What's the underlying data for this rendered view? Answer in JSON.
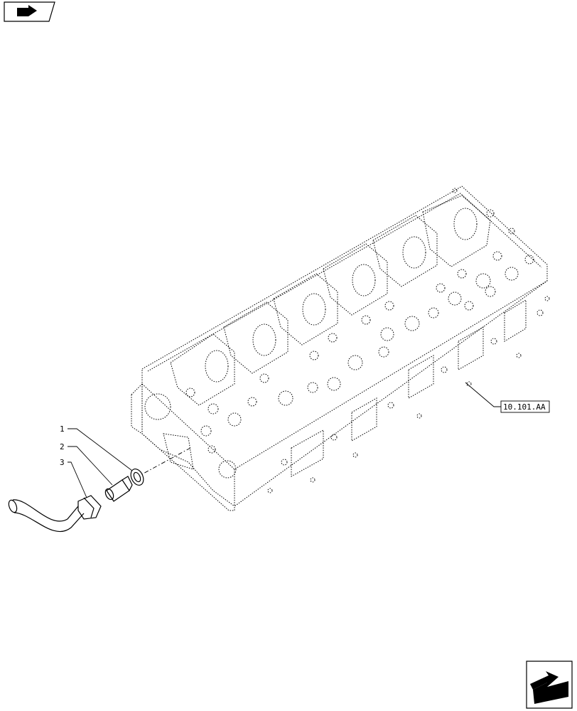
{
  "callouts": [
    {
      "id": "1"
    },
    {
      "id": "2"
    },
    {
      "id": "3"
    }
  ],
  "reference": {
    "code": "10.101.AA"
  },
  "icons": {
    "top_left": "previous-page-arrow-icon",
    "bottom_right": "next-page-arrow-icon"
  }
}
